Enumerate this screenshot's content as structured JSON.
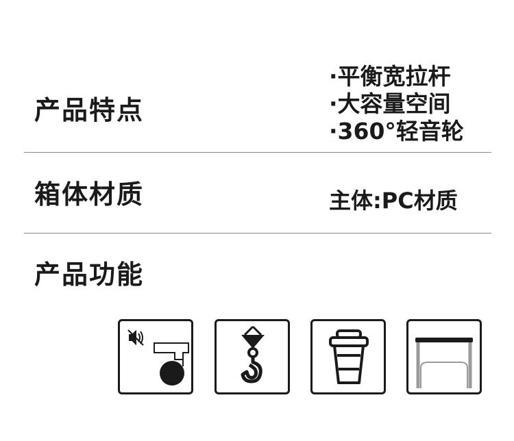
{
  "sections": {
    "features": {
      "title": "产品特点",
      "items": [
        "·平衡宽拉杆",
        "·大容量空间",
        "·360°轻音轮"
      ]
    },
    "material": {
      "title": "箱体材质",
      "value": "主体:PC材质"
    },
    "functions": {
      "title": "产品功能",
      "icons": [
        "silent-wheel-icon",
        "hook-icon",
        "cup-holder-icon",
        "wide-handle-icon"
      ]
    }
  },
  "colors": {
    "text": "#1a1a1a",
    "divider": "#8a8a8a",
    "handle": "#9a9a9a"
  }
}
